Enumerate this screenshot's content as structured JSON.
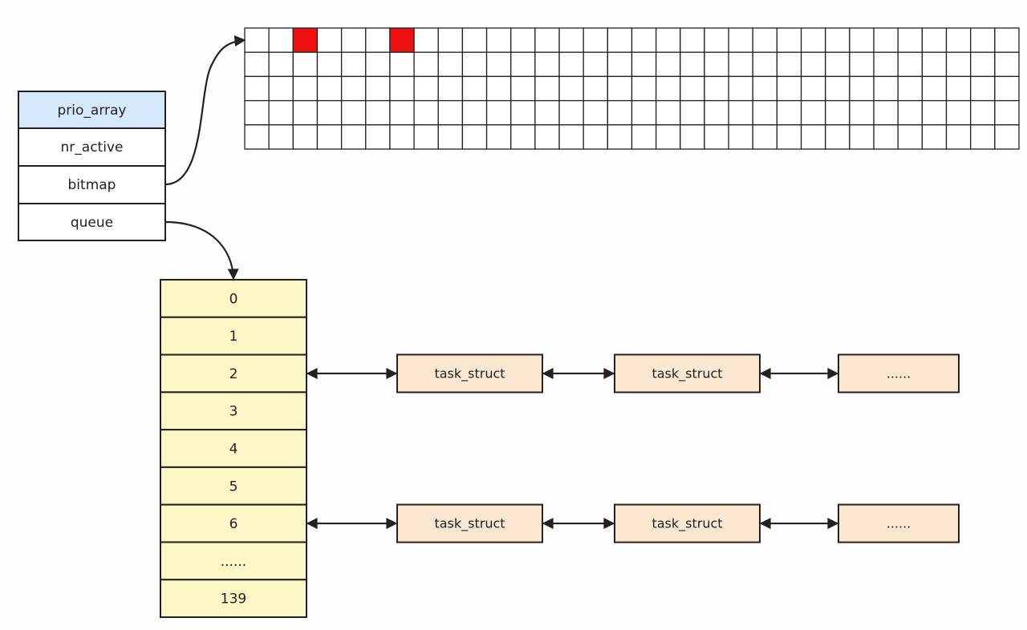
{
  "prio_array": {
    "title": "prio_array",
    "fields": [
      "nr_active",
      "bitmap",
      "queue"
    ]
  },
  "bitmap": {
    "columns": 32,
    "rows": 5,
    "set_bits": [
      2,
      6
    ],
    "set_color": "#ee1111"
  },
  "queue": {
    "entries": [
      "0",
      "1",
      "2",
      "3",
      "4",
      "5",
      "6",
      "......",
      "139"
    ]
  },
  "task_lists": [
    {
      "queue_index": 2,
      "nodes": [
        "task_struct",
        "task_struct",
        "......"
      ]
    },
    {
      "queue_index": 6,
      "nodes": [
        "task_struct",
        "task_struct",
        "......"
      ]
    }
  ],
  "colors": {
    "prio_header": "#d6e8fb",
    "queue_fill": "#fdf6c6",
    "task_fill": "#fbe6cf",
    "line": "#222222"
  }
}
